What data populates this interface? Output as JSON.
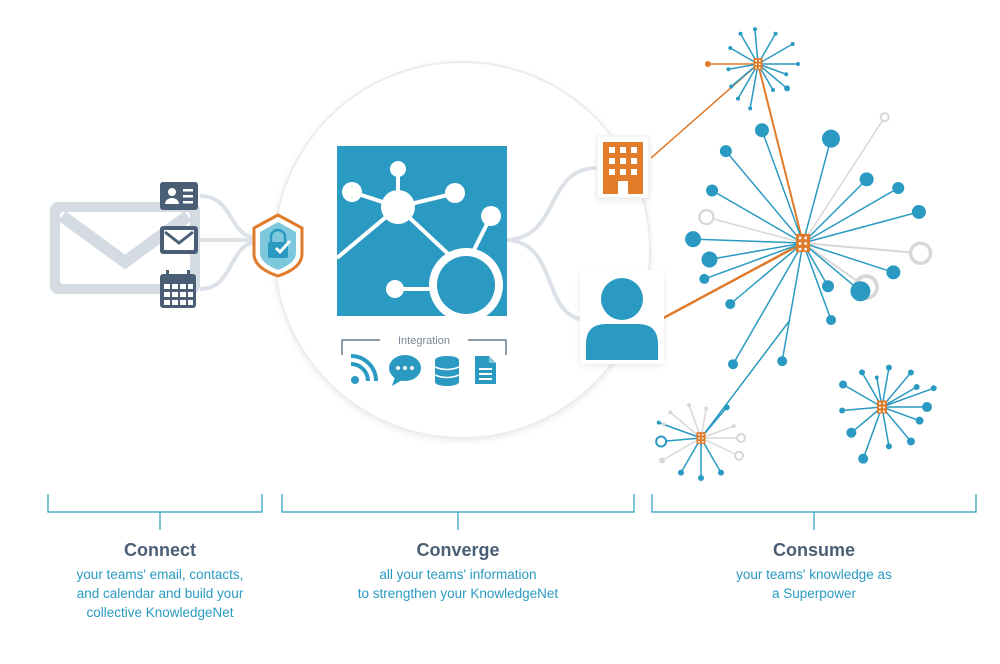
{
  "integration_label": "Integration",
  "sections": [
    {
      "title": "Connect",
      "description": [
        "your teams' email, contacts,",
        "and calendar and build your",
        "collective KnowledgeNet"
      ]
    },
    {
      "title": "Converge",
      "description": [
        "all your teams' information",
        "to strengthen your KnowledgeNet"
      ]
    },
    {
      "title": "Consume",
      "description": [
        "your teams' knowledge as",
        "a Superpower"
      ]
    }
  ],
  "icons": {
    "connect": [
      "envelope-icon",
      "contact-card-icon",
      "mail-icon",
      "calendar-icon",
      "security-shield-icon"
    ],
    "converge": [
      "knowledge-hub-icon",
      "rss-feed-icon",
      "chat-icon",
      "database-icon",
      "document-icon"
    ],
    "consume": [
      "company-building-icon",
      "person-icon",
      "network-cluster-icon"
    ]
  },
  "colors": {
    "teal": "#2a9ac2",
    "orange": "#e07b2c",
    "gray": "#d5dbe3",
    "navy": "#4a5f75"
  }
}
